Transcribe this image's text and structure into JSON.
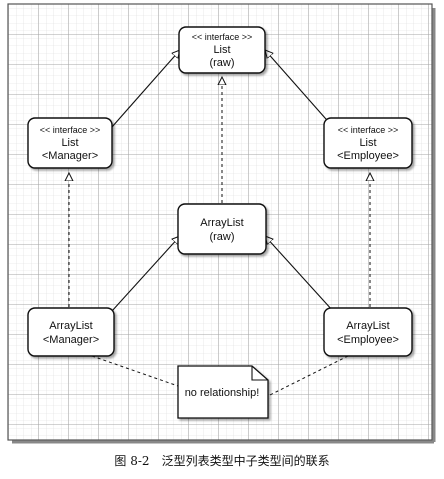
{
  "boxes": {
    "list_raw": {
      "stereotype": "<< interface >>",
      "name": "List",
      "param": "(raw)"
    },
    "list_manager": {
      "stereotype": "<< interface >>",
      "name": "List",
      "param": "<Manager>"
    },
    "list_employee": {
      "stereotype": "<< interface >>",
      "name": "List",
      "param": "<Employee>"
    },
    "arraylist_raw": {
      "name": "ArrayList",
      "param": "(raw)"
    },
    "arraylist_manager": {
      "name": "ArrayList",
      "param": "<Manager>"
    },
    "arraylist_employee": {
      "name": "ArrayList",
      "param": "<Employee>"
    }
  },
  "note": {
    "text": "no relationship!"
  },
  "caption": {
    "figure": "图 8-2",
    "text": "泛型列表类型中子类型间的联系"
  },
  "colors": {
    "grid_fine": "#d9d9d9",
    "grid_major": "#9e9e9e",
    "box_border": "#111111",
    "frame": "#444444"
  }
}
